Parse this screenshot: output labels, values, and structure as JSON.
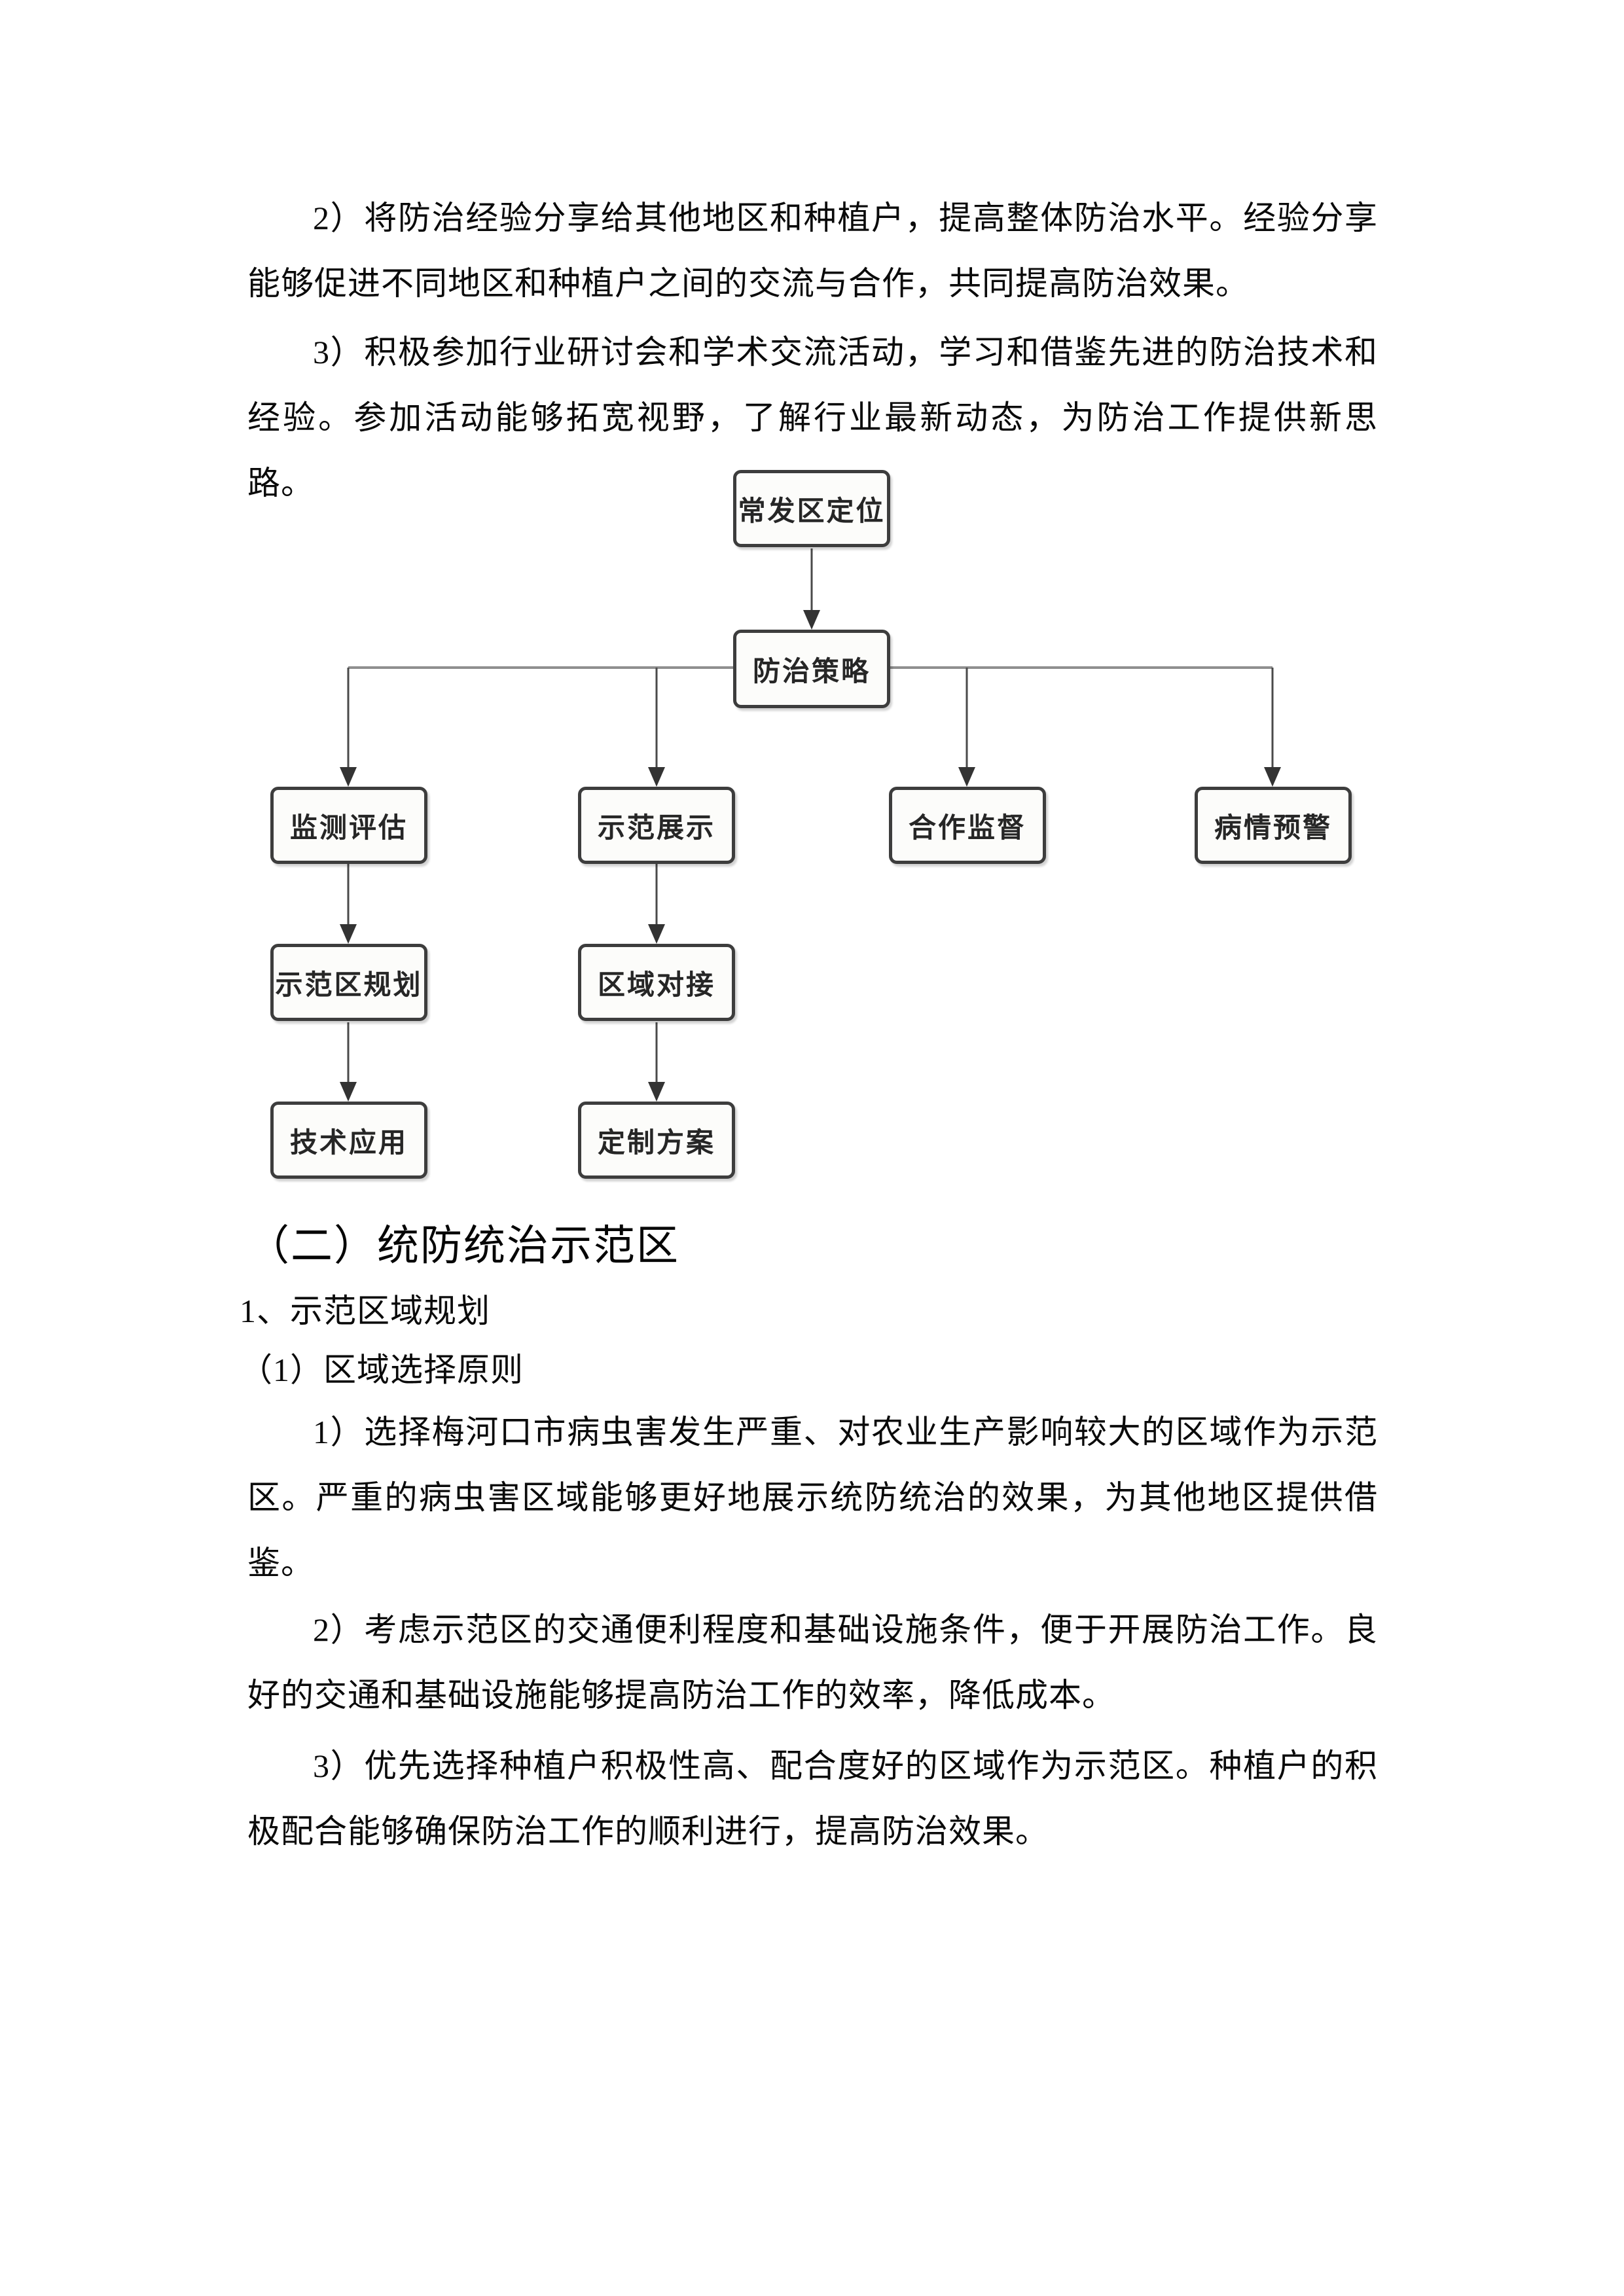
{
  "document": {
    "paragraphs": {
      "share_experience": "2）将防治经验分享给其他地区和种植户，提高整体防治水平。经验分享能够促进不同地区和种植户之间的交流与合作，共同提高防治效果。",
      "attend_seminars": "3）积极参加行业研讨会和学术交流活动，学习和借鉴先进的防治技术和经验。参加活动能够拓宽视野，了解行业最新动态，为防治工作提供新思路。",
      "select_region": "1）选择梅河口市病虫害发生严重、对农业生产影响较大的区域作为示范区。严重的病虫害区域能够更好地展示统防统治的效果，为其他地区提供借鉴。",
      "consider_traffic": "2）考虑示范区的交通便利程度和基础设施条件，便于开展防治工作。良好的交通和基础设施能够提高防治工作的效率，降低成本。",
      "prefer_growers": "3）优先选择种植户积极性高、配合度好的区域作为示范区。种植户的积极配合能够确保防治工作的顺利进行，提高防治效果。"
    },
    "section_heading": "（二）统防统治示范区",
    "sub_heading_1": "1、示范区域规划",
    "sub_heading_2": "（1）区域选择原则"
  },
  "flowchart": {
    "nodes": [
      {
        "id": "frequent-area-positioning",
        "label": "常发区定位"
      },
      {
        "id": "control-strategy",
        "label": "防治策略"
      },
      {
        "id": "monitoring-evaluation",
        "label": "监测评估"
      },
      {
        "id": "demonstration-display",
        "label": "示范展示"
      },
      {
        "id": "cooperation-supervision",
        "label": "合作监督"
      },
      {
        "id": "disease-early-warning",
        "label": "病情预警"
      },
      {
        "id": "demo-zone-planning",
        "label": "示范区规划"
      },
      {
        "id": "regional-docking",
        "label": "区域对接"
      },
      {
        "id": "technology-application",
        "label": "技术应用"
      },
      {
        "id": "customized-plan",
        "label": "定制方案"
      }
    ],
    "edges": [
      {
        "from": "常发区定位",
        "to": "防治策略"
      },
      {
        "from": "防治策略",
        "to": "监测评估"
      },
      {
        "from": "防治策略",
        "to": "示范展示"
      },
      {
        "from": "防治策略",
        "to": "合作监督"
      },
      {
        "from": "防治策略",
        "to": "病情预警"
      },
      {
        "from": "监测评估",
        "to": "示范区规划"
      },
      {
        "from": "示范区规划",
        "to": "技术应用"
      },
      {
        "from": "示范展示",
        "to": "区域对接"
      },
      {
        "from": "区域对接",
        "to": "定制方案"
      }
    ]
  },
  "colors": {
    "page_background": "#ffffff",
    "text": "#0a0a0a",
    "node_fill": "#fcfcfa",
    "node_border": "#3d3d3d",
    "connector_vertical": "#4a4a4a",
    "connector_horizontal": "#8f8f8f",
    "arrowhead": "#333333"
  }
}
